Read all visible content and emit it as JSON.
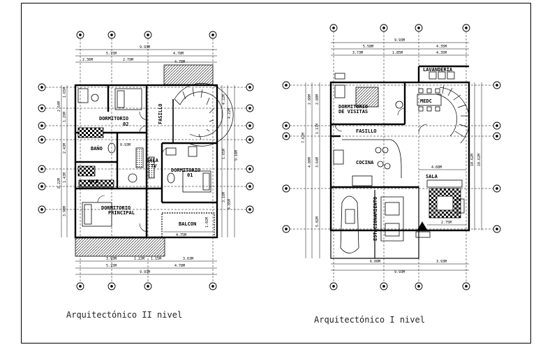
{
  "captions": {
    "level2": "Arquitectónico II nivel",
    "level1": "Arquitectónico I nivel"
  },
  "level2": {
    "rooms": {
      "dorm2": "DORMITORIO",
      "dorm2_num": "02",
      "fasillo": "FASILLO",
      "bano": "BAÑO",
      "sala_tv": "SALA",
      "sala_tv_2": "TV",
      "dorm1": "DORMITORIO",
      "dorm1_num": "01",
      "wc": "W/C",
      "principal": "DORMITORIO",
      "principal_2": "PRINCIPAL",
      "balcon": "BALCON"
    },
    "dims": {
      "top_total": "9.93M",
      "top_a": "5.15M",
      "top_b": "4.78M",
      "top_c": "2.36M",
      "top_d": "2.79M",
      "top_e": "4.78M",
      "bot_a": "3.93M",
      "bot_b": "1.22M",
      "bot_c": "1.15M",
      "bot_d": "3.63M",
      "bot_e": "5.15M",
      "bot_f": "4.78M",
      "bot_total": "9.93M",
      "left_a": "2.64M",
      "left_b": "1.65M",
      "left_c": "1.29M",
      "left_d": "2.43M",
      "left_e": "1.43M",
      "left_f": "8.22M",
      "left_g": "3.98M",
      "right_a": "4.22M",
      "right_b": "4.22M",
      "right_c": "1.65M",
      "right_d": "4.85M",
      "right_e": "3.18M",
      "right_total": "9.10M",
      "inner_a": "0.93M",
      "inner_b": "4.75M",
      "inner_c": "1.02M"
    }
  },
  "level1": {
    "rooms": {
      "lavanderia": "LAVANDERIA",
      "dorm_visitas": "DORMITORIO",
      "dorm_visitas_2": "DE VISITAS",
      "medc": "MEDC",
      "fasillo": "FASILLO",
      "cocina": "COCINA",
      "sala": "SALA",
      "estacionamiento": "ESTACIONAMIENTO"
    },
    "dims": {
      "top_total": "9.93M",
      "top_a": "5.58M",
      "top_b": "4.35M",
      "top_c": "3.73M",
      "top_d": "1.85M",
      "top_e": "4.35M",
      "bot_a": "6.00M",
      "bot_b": "3.93M",
      "bot_total": "9.93M",
      "left_a": "2.80M",
      "left_b": "2.80M",
      "left_c": "1.17M",
      "left_d": "4.80M",
      "left_e": "3.64M",
      "left_f": "7.62M",
      "left_g": "5.02M",
      "right_a": "10.62M",
      "right_b": "10.62M",
      "inner_a": "4.68M",
      "inner_b": "2.75M"
    }
  }
}
